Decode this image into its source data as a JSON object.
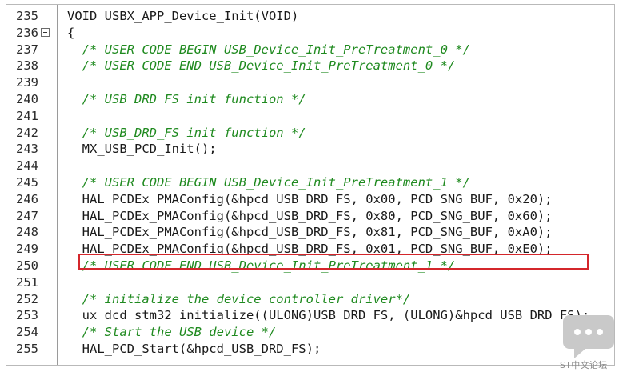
{
  "editor": {
    "lines": [
      {
        "num": "235",
        "text": "VOID USBX_APP_Device_Init(VOID)",
        "kind": "code"
      },
      {
        "num": "236",
        "text": "{",
        "kind": "code",
        "fold": true
      },
      {
        "num": "237",
        "text": "  /* USER CODE BEGIN USB_Device_Init_PreTreatment_0 */",
        "kind": "comment"
      },
      {
        "num": "238",
        "text": "  /* USER CODE END USB_Device_Init_PreTreatment_0 */",
        "kind": "comment"
      },
      {
        "num": "239",
        "text": "",
        "kind": "code"
      },
      {
        "num": "240",
        "text": "  /* USB_DRD_FS init function */",
        "kind": "comment"
      },
      {
        "num": "241",
        "text": "",
        "kind": "code"
      },
      {
        "num": "242",
        "text": "  /* USB_DRD_FS init function */",
        "kind": "comment"
      },
      {
        "num": "243",
        "text": "  MX_USB_PCD_Init();",
        "kind": "code"
      },
      {
        "num": "244",
        "text": "",
        "kind": "code"
      },
      {
        "num": "245",
        "text": "  /* USER CODE BEGIN USB_Device_Init_PreTreatment_1 */",
        "kind": "comment"
      },
      {
        "num": "246",
        "text": "  HAL_PCDEx_PMAConfig(&hpcd_USB_DRD_FS, 0x00, PCD_SNG_BUF, 0x20);",
        "kind": "code"
      },
      {
        "num": "247",
        "text": "  HAL_PCDEx_PMAConfig(&hpcd_USB_DRD_FS, 0x80, PCD_SNG_BUF, 0x60);",
        "kind": "code"
      },
      {
        "num": "248",
        "text": "  HAL_PCDEx_PMAConfig(&hpcd_USB_DRD_FS, 0x81, PCD_SNG_BUF, 0xA0);",
        "kind": "code"
      },
      {
        "num": "249",
        "text": "  HAL_PCDEx_PMAConfig(&hpcd_USB_DRD_FS, 0x01, PCD_SNG_BUF, 0xE0);",
        "kind": "code",
        "highlight": true
      },
      {
        "num": "250",
        "text": "  /* USER CODE END USB_Device_Init_PreTreatment_1 */",
        "kind": "comment"
      },
      {
        "num": "251",
        "text": "",
        "kind": "code"
      },
      {
        "num": "252",
        "text": "  /* initialize the device controller driver*/",
        "kind": "comment"
      },
      {
        "num": "253",
        "text": "  ux_dcd_stm32_initialize((ULONG)USB_DRD_FS, (ULONG)&hpcd_USB_DRD_FS);",
        "kind": "code"
      },
      {
        "num": "254",
        "text": "  /* Start the USB device */",
        "kind": "comment"
      },
      {
        "num": "255",
        "text": "  HAL_PCD_Start(&hpcd_USB_DRD_FS);",
        "kind": "code"
      }
    ],
    "highlight_color": "#d4262b"
  },
  "watermark": {
    "text": "ST中文论坛",
    "icon": "chat-bubble-icon",
    "color": "#9a9a9a"
  }
}
